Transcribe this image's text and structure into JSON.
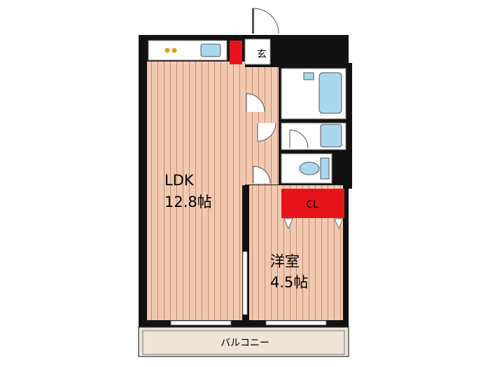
{
  "rooms": {
    "ldk": {
      "name": "LDK",
      "size": "12.8帖"
    },
    "western": {
      "name": "洋室",
      "size": "4.5帖"
    },
    "entrance": {
      "name": "玄"
    },
    "closet": {
      "name": "CL"
    },
    "balcony": {
      "name": "バルコニー"
    }
  },
  "colors": {
    "floor": "#f2c9b0",
    "plank_line": "#b8856a",
    "wall": "#111111",
    "fixture": "#a8d8ee",
    "closet_fill": "#e8141b",
    "balcony_fill": "#efe4d6"
  }
}
